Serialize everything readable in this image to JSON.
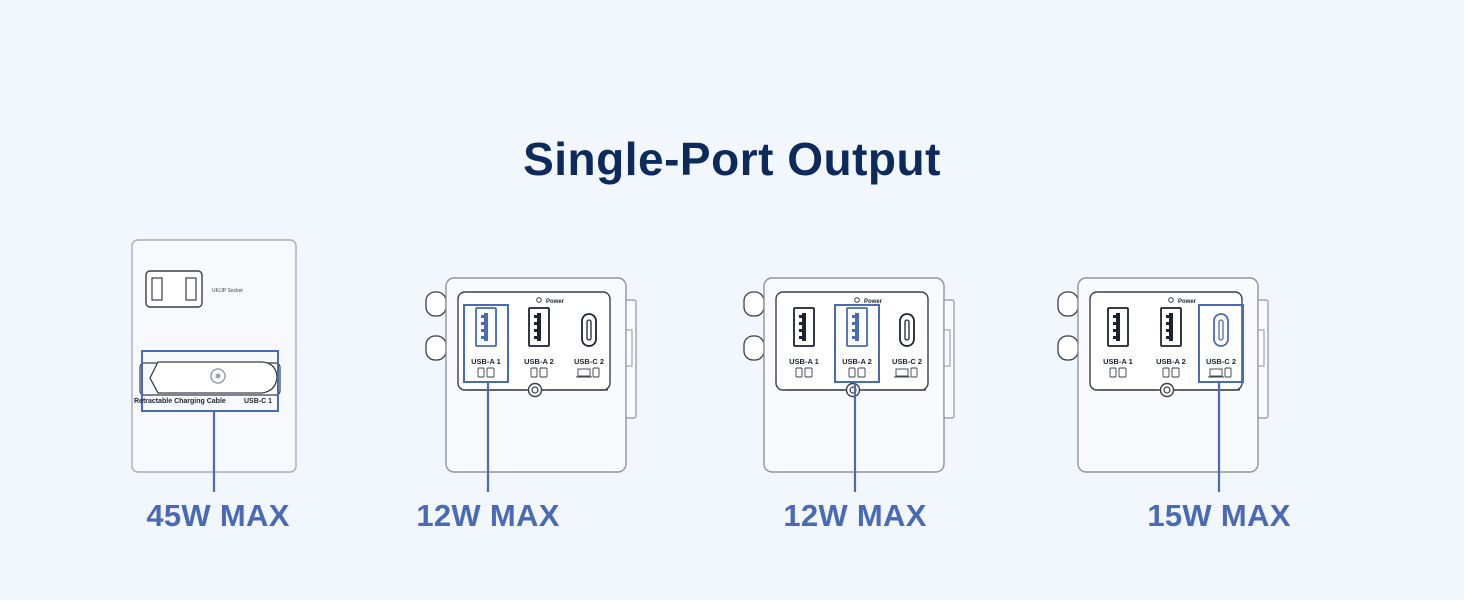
{
  "title": "Single-Port Output",
  "colors": {
    "background": "#f2f6fd",
    "title": "#0d2a5c",
    "highlight": "#4a6ab4",
    "outline": "#3a3f4a"
  },
  "left_unit": {
    "socket_label": "UK/JP Socket",
    "cable_label": "Retractable Charging Cable",
    "port_label": "USB-C 1",
    "output": "45W MAX"
  },
  "power_label": "Power",
  "ports": [
    "USB-A 1",
    "USB-A 2",
    "USB-C 2"
  ],
  "panels": [
    {
      "highlight": "USB-A 1",
      "output": "12W MAX"
    },
    {
      "highlight": "USB-A 2",
      "output": "12W MAX"
    },
    {
      "highlight": "USB-C 2",
      "output": "15W MAX"
    }
  ]
}
